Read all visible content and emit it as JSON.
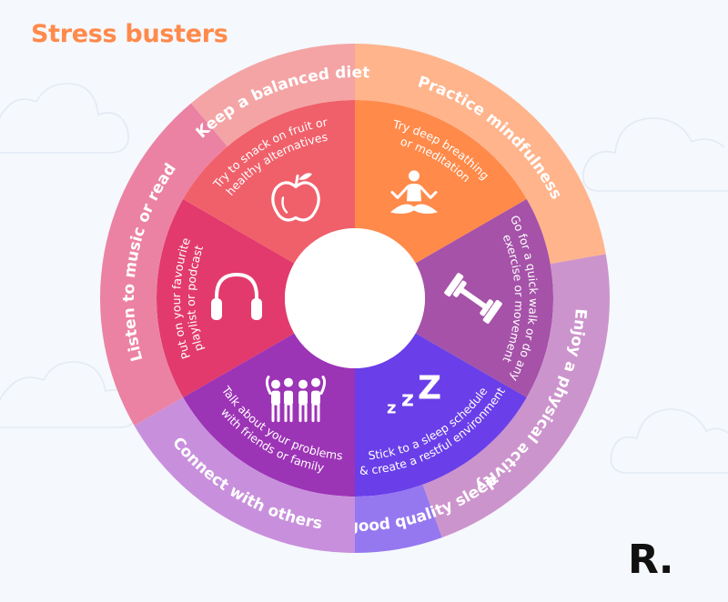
{
  "title": "Stress busters",
  "logo": "R.",
  "colors": {
    "title": "#ff8a4c",
    "background": "#f5f8fc",
    "center": "#ffffff"
  },
  "segments": [
    {
      "id": "mindfulness",
      "label": "Practice mindfulness",
      "tip_lines": [
        "Try deep breathing",
        "or meditation"
      ],
      "icon": "meditation-icon",
      "inner_color": "#ff8a4a",
      "outer_color": "#ffb48c"
    },
    {
      "id": "physical",
      "label": "Enjoy a physical activity",
      "tip_lines": [
        "Go for a quick walk or do any",
        "exercise or movement"
      ],
      "icon": "dumbbell-icon",
      "inner_color": "#a552a8",
      "outer_color": "#cc94cc"
    },
    {
      "id": "sleep",
      "label": "Ensure good quality sleep",
      "tip_lines": [
        "Stick to a sleep schedule",
        "& create a restful environment"
      ],
      "icon": "sleep-zzz-icon",
      "inner_color": "#6a3ee8",
      "outer_color": "#9578f0"
    },
    {
      "id": "connect",
      "label": "Connect with others",
      "tip_lines": [
        "Talk about your problems",
        "with friends or family"
      ],
      "icon": "group-hug-icon",
      "inner_color": "#9c34b6",
      "outer_color": "#c890dc"
    },
    {
      "id": "music",
      "label": "Listen to music or read",
      "tip_lines": [
        "Put on your favourite",
        "playlist or podcast"
      ],
      "icon": "headphones-icon",
      "inner_color": "#e23a6c",
      "outer_color": "#eb82a4"
    },
    {
      "id": "diet",
      "label": "Keep a balanced diet",
      "tip_lines": [
        "Try to snack on fruit or",
        "healthy alternatives"
      ],
      "icon": "apple-icon",
      "inner_color": "#f0606a",
      "outer_color": "#f4a4a4"
    }
  ]
}
